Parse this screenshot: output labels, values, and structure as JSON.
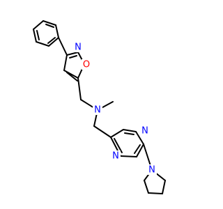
{
  "molecule": {
    "atom_labels": {
      "isoxazole_n": "N",
      "isoxazole_o": "O",
      "amine_n": "N",
      "pyrimidine_n_upper": "N",
      "pyrimidine_n_lower": "N",
      "pyrrolidine_n": "N"
    },
    "colors": {
      "bond": "#000000",
      "nitrogen": "#0000ff",
      "oxygen": "#ff0000"
    }
  }
}
